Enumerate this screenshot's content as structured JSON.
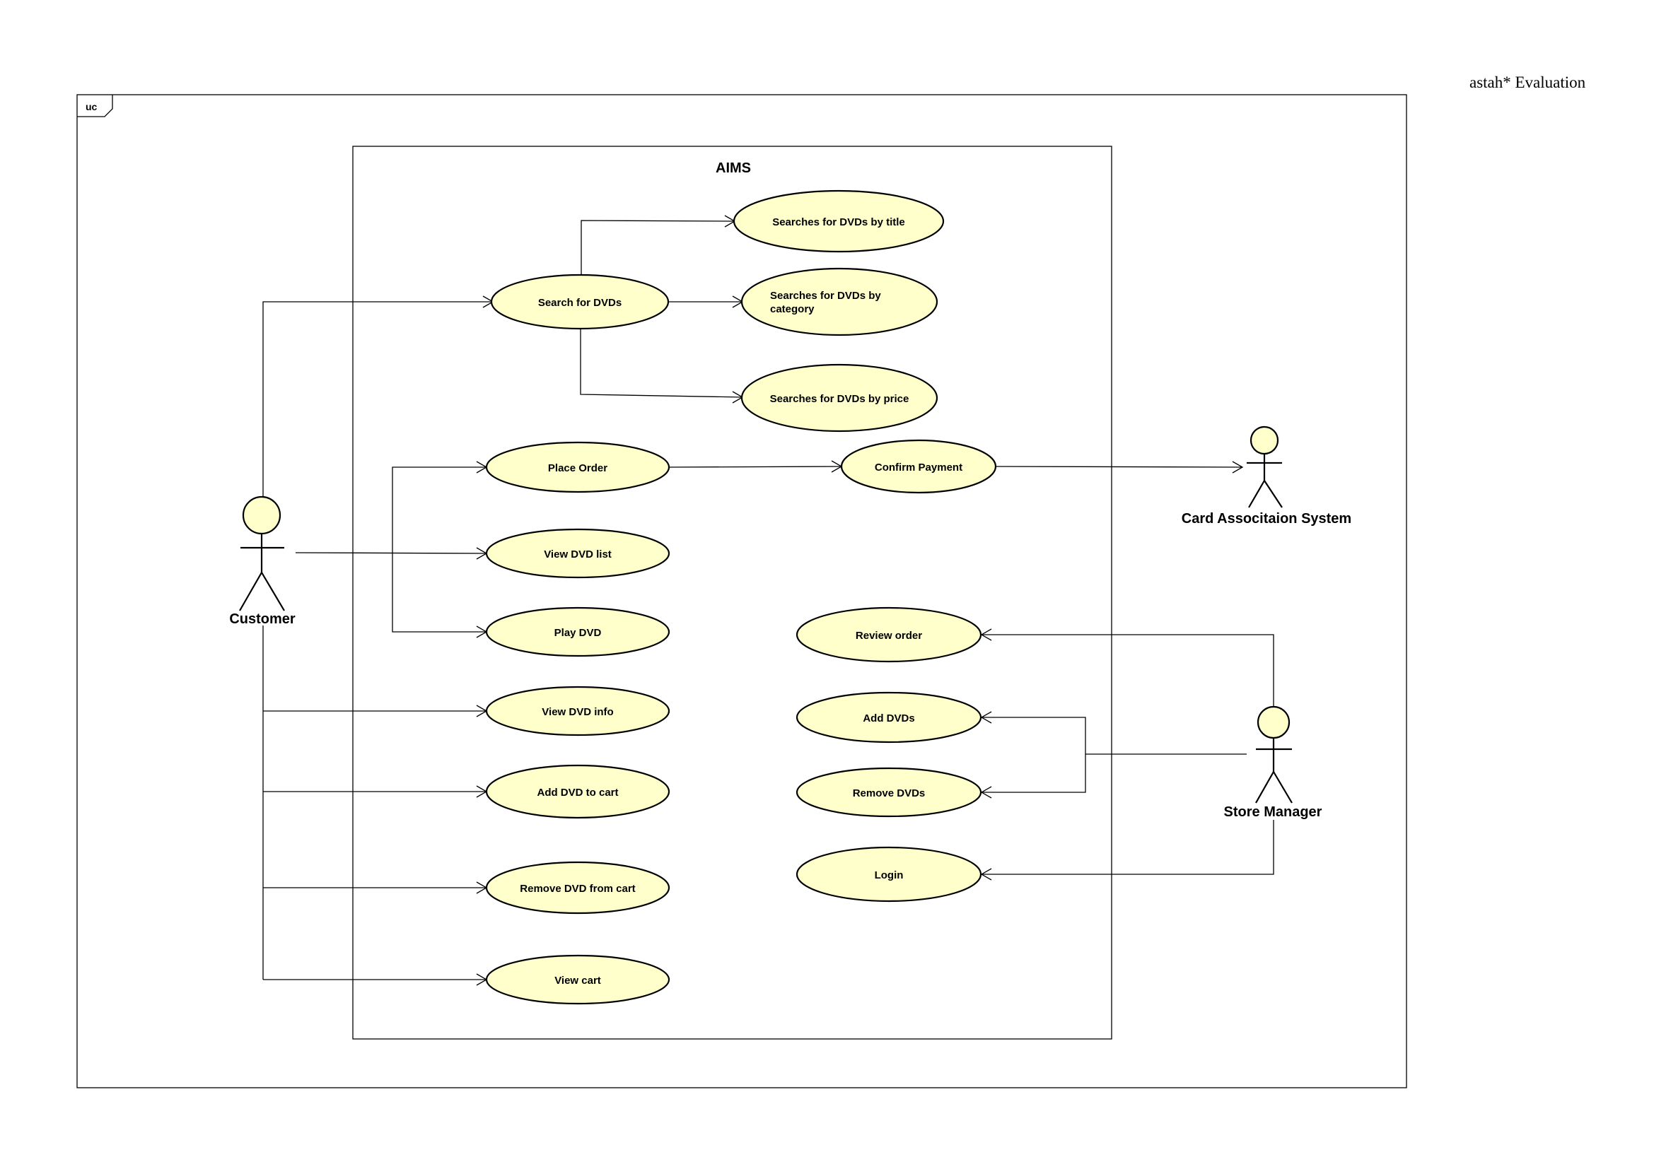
{
  "watermark": "astah* Evaluation",
  "frame_tag": "uc",
  "system_title": "AIMS",
  "actors": {
    "customer": "Customer",
    "card_system": "Card Associtaion System",
    "store_manager": "Store Manager"
  },
  "use_cases": {
    "search_title": "Searches for DVDs by title",
    "search_category_l1": "Searches for DVDs by",
    "search_category_l2": "category",
    "search_dvds": "Search for DVDs",
    "search_price": "Searches for DVDs by price",
    "place_order": "Place Order",
    "confirm_payment": "Confirm Payment",
    "view_dvd_list": "View DVD list",
    "play_dvd": "Play DVD",
    "view_dvd_info": "View DVD info",
    "add_dvd_to_cart": "Add DVD to cart",
    "remove_dvd_from_cart": "Remove DVD from cart",
    "view_cart": "View cart",
    "review_order": "Review order",
    "add_dvds": "Add DVDs",
    "remove_dvds": "Remove DVDs",
    "login": "Login"
  }
}
